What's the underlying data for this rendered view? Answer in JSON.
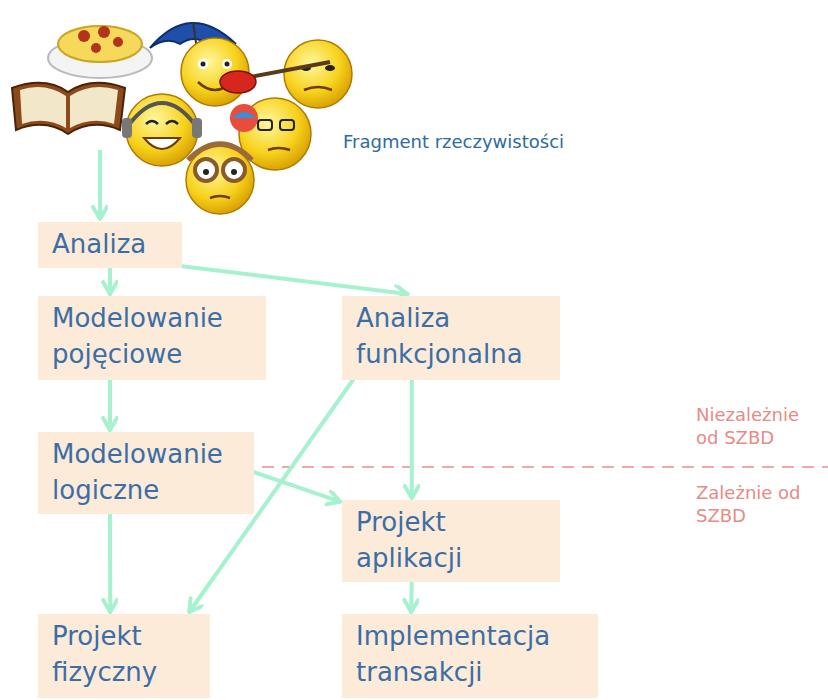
{
  "diagram": {
    "nodes": [
      {
        "text": [
          "Analiza"
        ]
      },
      {
        "text": [
          "Modelowanie pojęciowe"
        ]
      },
      {
        "text": [
          "Analiza funkcjonalna"
        ]
      },
      {
        "text": [
          "Modelowanie logiczne"
        ]
      },
      {
        "text": [
          "Projekt aplikacji"
        ]
      },
      {
        "text": [
          "Projekt fizyczny"
        ]
      },
      {
        "text": [
          "Implementacja transakcji"
        ]
      }
    ],
    "edges": [
      {
        "from": 0,
        "to": 1,
        "arrow": "to"
      },
      {
        "from": 0,
        "to": 2,
        "arrow": "to"
      },
      {
        "from": 1,
        "to": 3,
        "arrow": "to"
      },
      {
        "from": 2,
        "to": 5,
        "arrow": "to"
      },
      {
        "from": 2,
        "to": 4,
        "arrow": "to"
      },
      {
        "from": 3,
        "to": 4,
        "arrow": "to"
      },
      {
        "from": 3,
        "to": 5,
        "arrow": "to"
      },
      {
        "from": 4,
        "to": 6,
        "arrow": "to"
      }
    ],
    "labels": [
      "Fragment rzeczywistości",
      "Niezależnie od SZBD",
      "Zależnie od SZBD"
    ]
  }
}
